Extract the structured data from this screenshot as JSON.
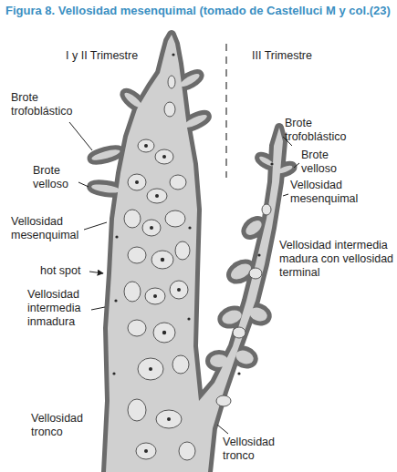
{
  "diagram": {
    "title": "Figura 8. Vellosidad mesenquimal (tomado de Castelluci M y col.(23)",
    "labels": [
      "I y II Trimestre",
      "III Trimestre",
      "Brote trofoblástico",
      "Brote velloso",
      "Vellosidad mesenquimal",
      "hot spot",
      "Vellosidad intermedia inmadura",
      "Vellosidad tronco",
      "Brote trofoblástico",
      "Brote velloso",
      "Vellosidad mesenquimal",
      "Vellosidad intermedia madura con vellosidad terminal",
      "Vellosidad tronco"
    ]
  }
}
